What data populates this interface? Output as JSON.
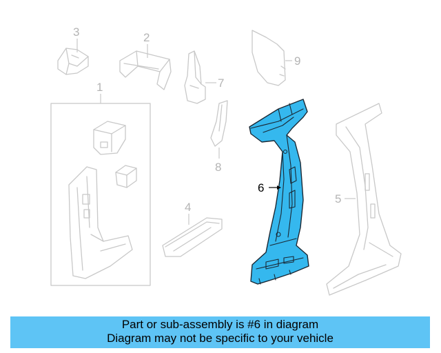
{
  "diagram": {
    "callouts": {
      "c1": "1",
      "c2": "2",
      "c3": "3",
      "c4": "4",
      "c5": "5",
      "c6": "6",
      "c7": "7",
      "c8": "8",
      "c9": "9"
    },
    "highlight_color": "#35b8ee"
  },
  "banner": {
    "line1": "Part or sub-assembly is #6 in diagram",
    "line2": "Diagram may not be specific to your vehicle",
    "background": "#5ec4f5"
  }
}
